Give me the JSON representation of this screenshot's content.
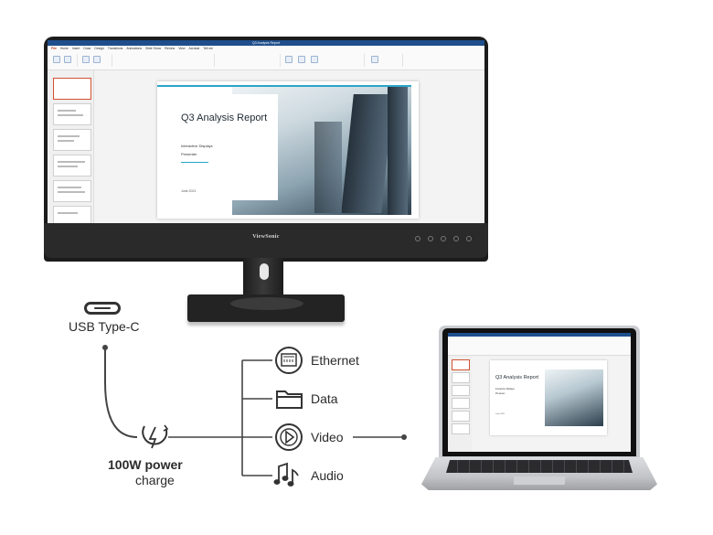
{
  "monitor": {
    "brand": "ViewSonic",
    "app": {
      "window_title": "Q3 Analysis Report",
      "menu_tabs": [
        "File",
        "Home",
        "Insert",
        "Draw",
        "Design",
        "Transitions",
        "Animations",
        "Slide Show",
        "Review",
        "View",
        "Acrobat",
        "Tell me"
      ],
      "slide": {
        "title": "Q3 Analysis Report",
        "subtitle_1": "Interactive Displays",
        "subtitle_2": "Presenter",
        "date": "June 2021"
      }
    }
  },
  "diagram": {
    "usb_label": "USB Type-C",
    "power_label": "100W power",
    "power_sub": "charge",
    "outputs": [
      {
        "label": "Ethernet",
        "icon": "ethernet-port-icon"
      },
      {
        "label": "Data",
        "icon": "folder-icon"
      },
      {
        "label": "Video",
        "icon": "play-circle-icon"
      },
      {
        "label": "Audio",
        "icon": "music-notes-icon"
      }
    ],
    "line_color": "#444444"
  },
  "laptop": {
    "slide": {
      "title": "Q3 Analysis Report",
      "subtitle_1": "Interactive Displays",
      "subtitle_2": "Presenter",
      "date": "June 2021"
    }
  }
}
